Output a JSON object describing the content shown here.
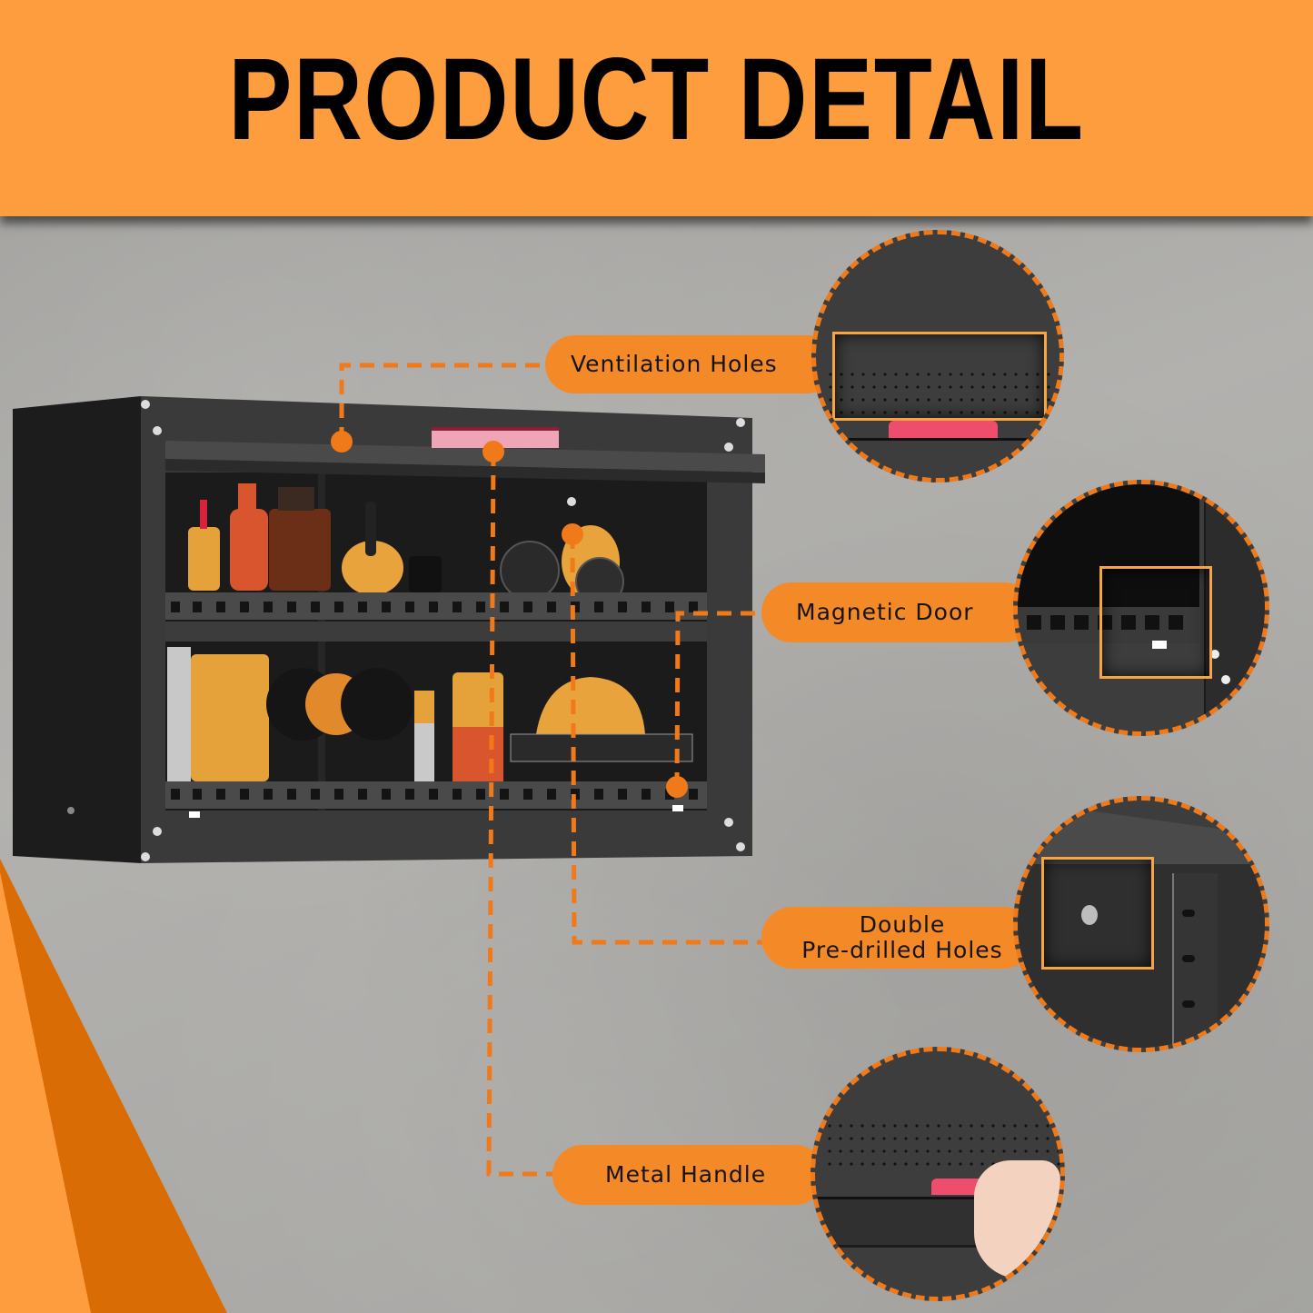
{
  "banner": {
    "title": "PRODUCT DETAIL",
    "background_color": "#fd9d3d",
    "text_color": "#000000"
  },
  "callouts": [
    {
      "id": "ventilation",
      "label": "Ventilation Holes",
      "icon": "ventilation-holes-detail"
    },
    {
      "id": "magnetic",
      "label": "Magnetic Door",
      "icon": "magnetic-door-detail"
    },
    {
      "id": "predrilled",
      "label_line1": "Double",
      "label_line2": "Pre-drilled Holes",
      "icon": "pre-drilled-holes-detail"
    },
    {
      "id": "handle",
      "label": "Metal Handle",
      "icon": "metal-handle-detail"
    }
  ],
  "colors": {
    "accent_orange": "#f48a27",
    "dash_orange": "#f07a1a",
    "cabinet_dark": "#2e2e2e",
    "handle_pink": "#ee4e6b",
    "wall_gray": "#a8a7a4"
  }
}
